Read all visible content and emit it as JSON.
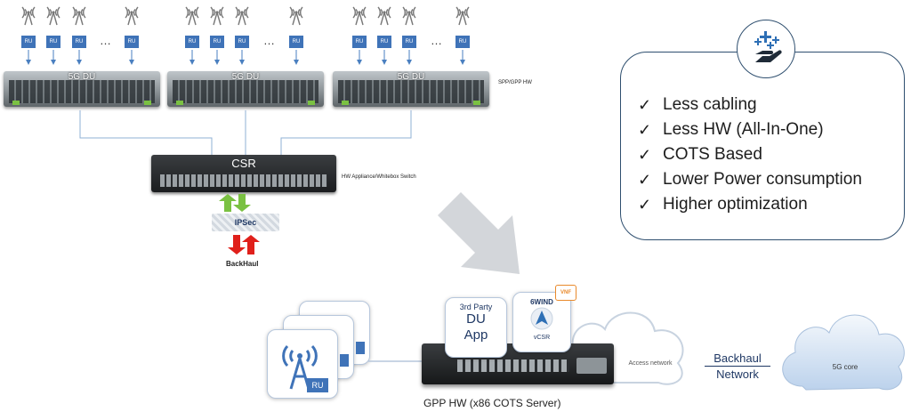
{
  "top": {
    "ru_label": "RU",
    "ellipsis": "…",
    "du_label": "5G DU",
    "spp_label": "SPP/GPP HW",
    "csr_label": "CSR",
    "hw_appliance_label": "HW Appliance/Whitebox Switch",
    "ipsec_label": "IPSec",
    "backhaul_label": "BackHaul"
  },
  "benefits": {
    "items": [
      "Less cabling",
      "Less HW (All-In-One)",
      "COTS Based",
      "Lower Power consumption",
      "Higher optimization"
    ]
  },
  "bottom": {
    "ru_label": "RU",
    "third_party_line1": "3rd Party",
    "third_party_line2": "DU",
    "third_party_line3": "App",
    "sixwind_label": "6WIND",
    "vcsr_label": "vCSR",
    "vnf_label": "VNF",
    "access_network_label": "Access network",
    "backhaul_network_line1": "Backhaul",
    "backhaul_network_line2": "Network",
    "core_label": "5G core",
    "gpp_label": "GPP HW (x86 COTS Server)"
  },
  "colors": {
    "ru_blue": "#3f73b8",
    "arrow_green": "#7ac142",
    "arrow_red": "#e0201b",
    "big_arrow_gray": "#d3d6da",
    "panel_border": "#2f4f6f",
    "icon_blue": "#2e6fb5"
  }
}
